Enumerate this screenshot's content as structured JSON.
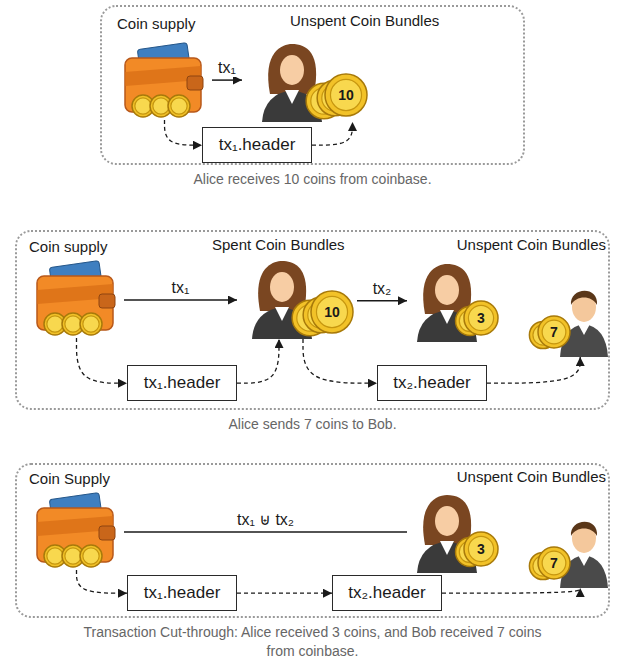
{
  "diagram": {
    "caption": "Alice receives 10 coins from coinbase.",
    "nodes": [
      {
        "text": [
          "Alice receives 10 coins from coinbase."
        ]
      },
      {
        "text": [
          "Coin supply"
        ],
        "in": 0
      },
      {
        "text": [
          "10"
        ],
        "in": 0
      },
      {
        "text": [
          "tx₁.header"
        ],
        "in": 0
      },
      {
        "text": [
          "Alice sends 7 coins to Bob."
        ]
      },
      {
        "text": [
          "Coin supply"
        ],
        "in": 4
      },
      {
        "text": [
          "10"
        ],
        "in": 4
      },
      {
        "text": [
          "3"
        ],
        "in": 4
      },
      {
        "text": [
          "7"
        ],
        "in": 4
      },
      {
        "text": [
          "tx₁.header"
        ],
        "in": 4
      },
      {
        "text": [
          "tx₂.header"
        ],
        "in": 4
      },
      {
        "text": [
          "Transaction Cut-through: Alice received 3 coins, and Bob received 7 coins from coinbase."
        ]
      },
      {
        "text": [
          "Coin Supply"
        ],
        "in": 11
      },
      {
        "text": [
          "3"
        ],
        "in": 11
      },
      {
        "text": [
          "7"
        ],
        "in": 11
      },
      {
        "text": [
          "tx₁.header"
        ],
        "in": 11
      },
      {
        "text": [
          "tx₂.header"
        ],
        "in": 11
      }
    ],
    "edges": [
      {
        "from": 1,
        "to": 2,
        "arrow": "to",
        "label": "tx₁"
      },
      {
        "from": 1,
        "to": 3,
        "arrow": "to"
      },
      {
        "from": 3,
        "to": 2,
        "arrow": "to"
      },
      {
        "from": 5,
        "to": 6,
        "arrow": "to",
        "label": "tx₁"
      },
      {
        "from": 6,
        "to": 7,
        "arrow": "to",
        "label": "tx₂"
      },
      {
        "from": 5,
        "to": 9,
        "arrow": "to"
      },
      {
        "from": 9,
        "to": 6,
        "arrow": "to"
      },
      {
        "from": 6,
        "to": 10,
        "arrow": "to"
      },
      {
        "from": 10,
        "to": 8,
        "arrow": "to"
      },
      {
        "from": 12,
        "to": 13,
        "arrow": "none",
        "label": "tx₁ ⊎ tx₂"
      },
      {
        "from": 12,
        "to": 15,
        "arrow": "to"
      },
      {
        "from": 15,
        "to": 16,
        "arrow": "to"
      },
      {
        "from": 16,
        "to": 14,
        "arrow": "to"
      }
    ],
    "labels": [
      "Unspent Coin Bundles",
      "Spent Coin Bundles",
      "Unspent Coin Bundles",
      "Unspent Coin Bundles"
    ]
  }
}
